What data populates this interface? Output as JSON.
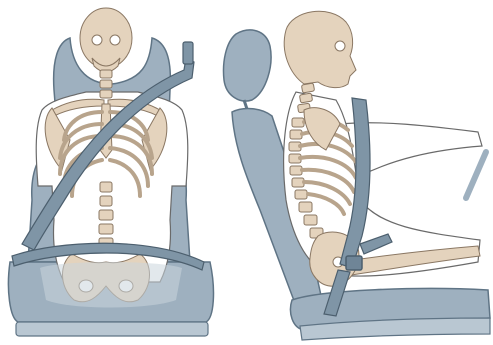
{
  "figure": {
    "panels": [
      {
        "view": "front",
        "subject": "skeleton-seated-with-seatbelt"
      },
      {
        "view": "side",
        "subject": "skeleton-driving-with-seatbelt"
      }
    ]
  },
  "colors": {
    "seat_fill": "#9eb0bf",
    "seat_stroke": "#5f7485",
    "belt_fill": "#7f95a6",
    "bone_fill": "#e4d3bd",
    "bone_stroke": "#8a7763",
    "body_outline": "#6a6a6a",
    "skin_fill": "#ffffff"
  }
}
